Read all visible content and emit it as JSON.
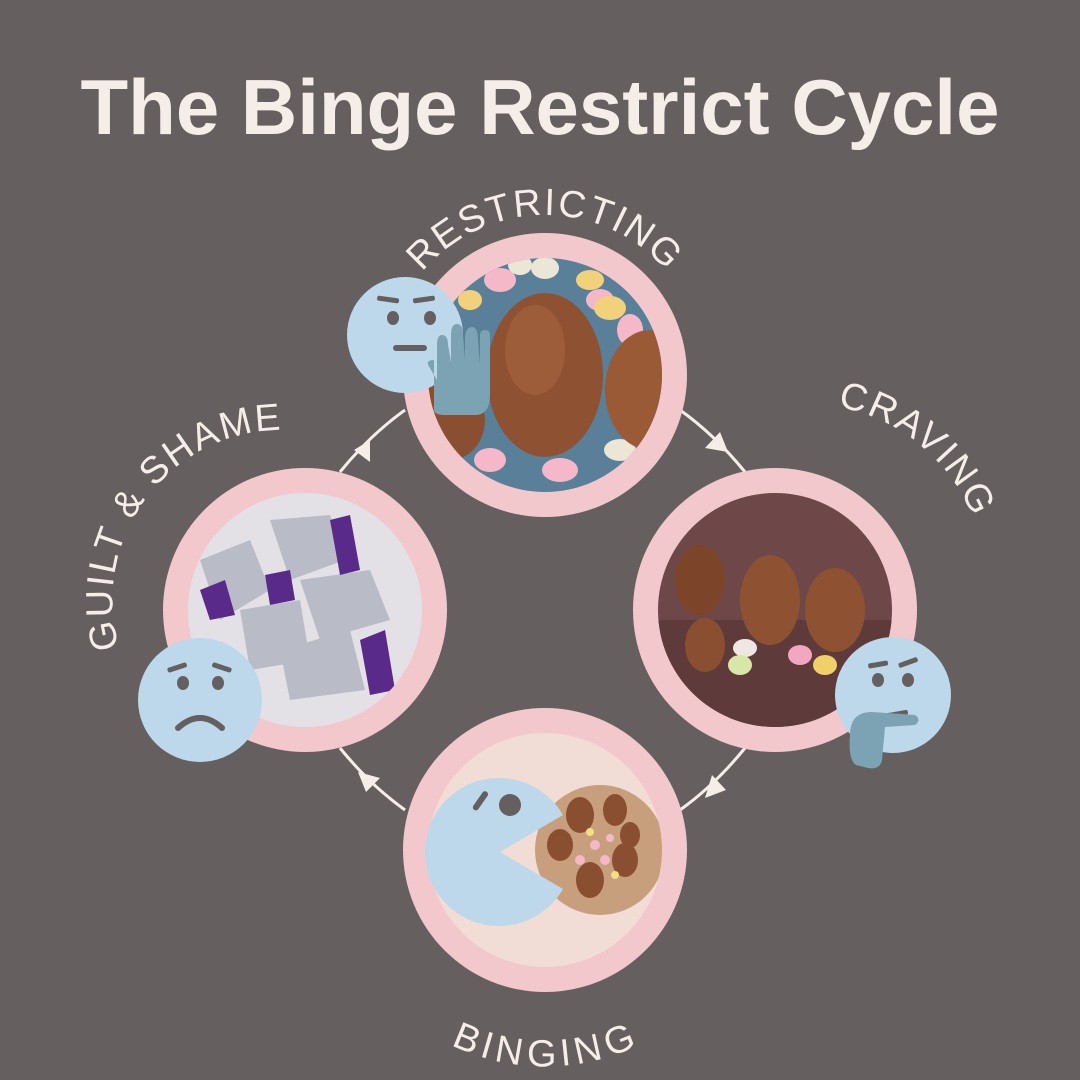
{
  "title": "The Binge Restrict Cycle",
  "stages": [
    {
      "id": "restricting",
      "label": "RESTRICTING",
      "icon": "face-with-hand-stop-icon"
    },
    {
      "id": "craving",
      "label": "CRAVING",
      "icon": "thinking-face-icon"
    },
    {
      "id": "binging",
      "label": "BINGING",
      "icon": "pacman-eating-icon"
    },
    {
      "id": "guilt",
      "label": "GUILT & SHAME",
      "icon": "sad-face-icon"
    }
  ],
  "colors": {
    "background": "#655f5f",
    "ring": "#f2c8cc",
    "face": "#bcd8ea",
    "text": "#f5ede8",
    "hand": "#7ca3b4"
  }
}
